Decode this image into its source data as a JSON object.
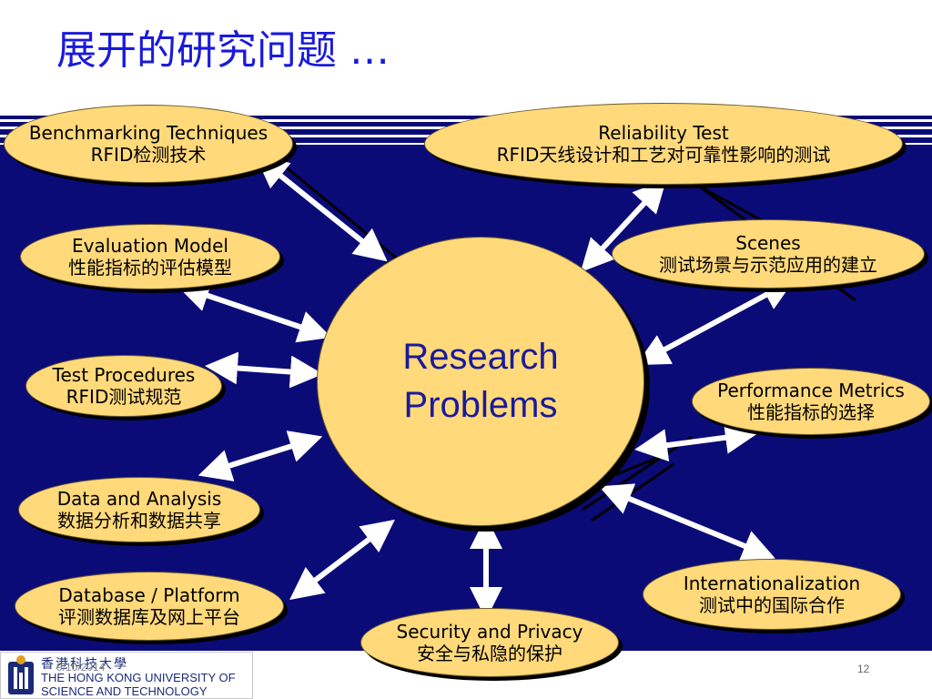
{
  "title": "展开的研究问题 …",
  "center": {
    "line1": "Research",
    "line2": "Problems"
  },
  "nodes": {
    "benchmarking": {
      "en": "Benchmarking Techniques",
      "cn": "RFID检测技术"
    },
    "reliability": {
      "en": "Reliability Test",
      "cn": "RFID天线设计和工艺对可靠性影响的测试"
    },
    "evaluation": {
      "en": "Evaluation Model",
      "cn": "性能指标的评估模型"
    },
    "scenes": {
      "en": "Scenes",
      "cn": "测试场景与示范应用的建立"
    },
    "test_procedures": {
      "en": "Test Procedures",
      "cn": "RFID测试规范"
    },
    "performance": {
      "en": "Performance Metrics",
      "cn": "性能指标的选择"
    },
    "data_analysis": {
      "en": "Data and Analysis",
      "cn": "数据分析和数据共享"
    },
    "database": {
      "en": "Database / Platform",
      "cn": "评测数据库及网上平台"
    },
    "internationalization": {
      "en": "Internationalization",
      "cn": "测试中的国际合作"
    },
    "security": {
      "en": "Security and Privacy",
      "cn": "安全与私隐的保护"
    }
  },
  "footer": {
    "logo_cn": "香港科技大學",
    "logo_en1": "THE HONG KONG UNIVERSITY OF",
    "logo_en2": "SCIENCE AND TECHNOLOGY",
    "date": "9/10/2014",
    "page": "12"
  },
  "colors": {
    "panel": "#0b0b78",
    "node": "#ffd97a",
    "title": "#1a1adc",
    "stripe": "#0b0b78"
  }
}
